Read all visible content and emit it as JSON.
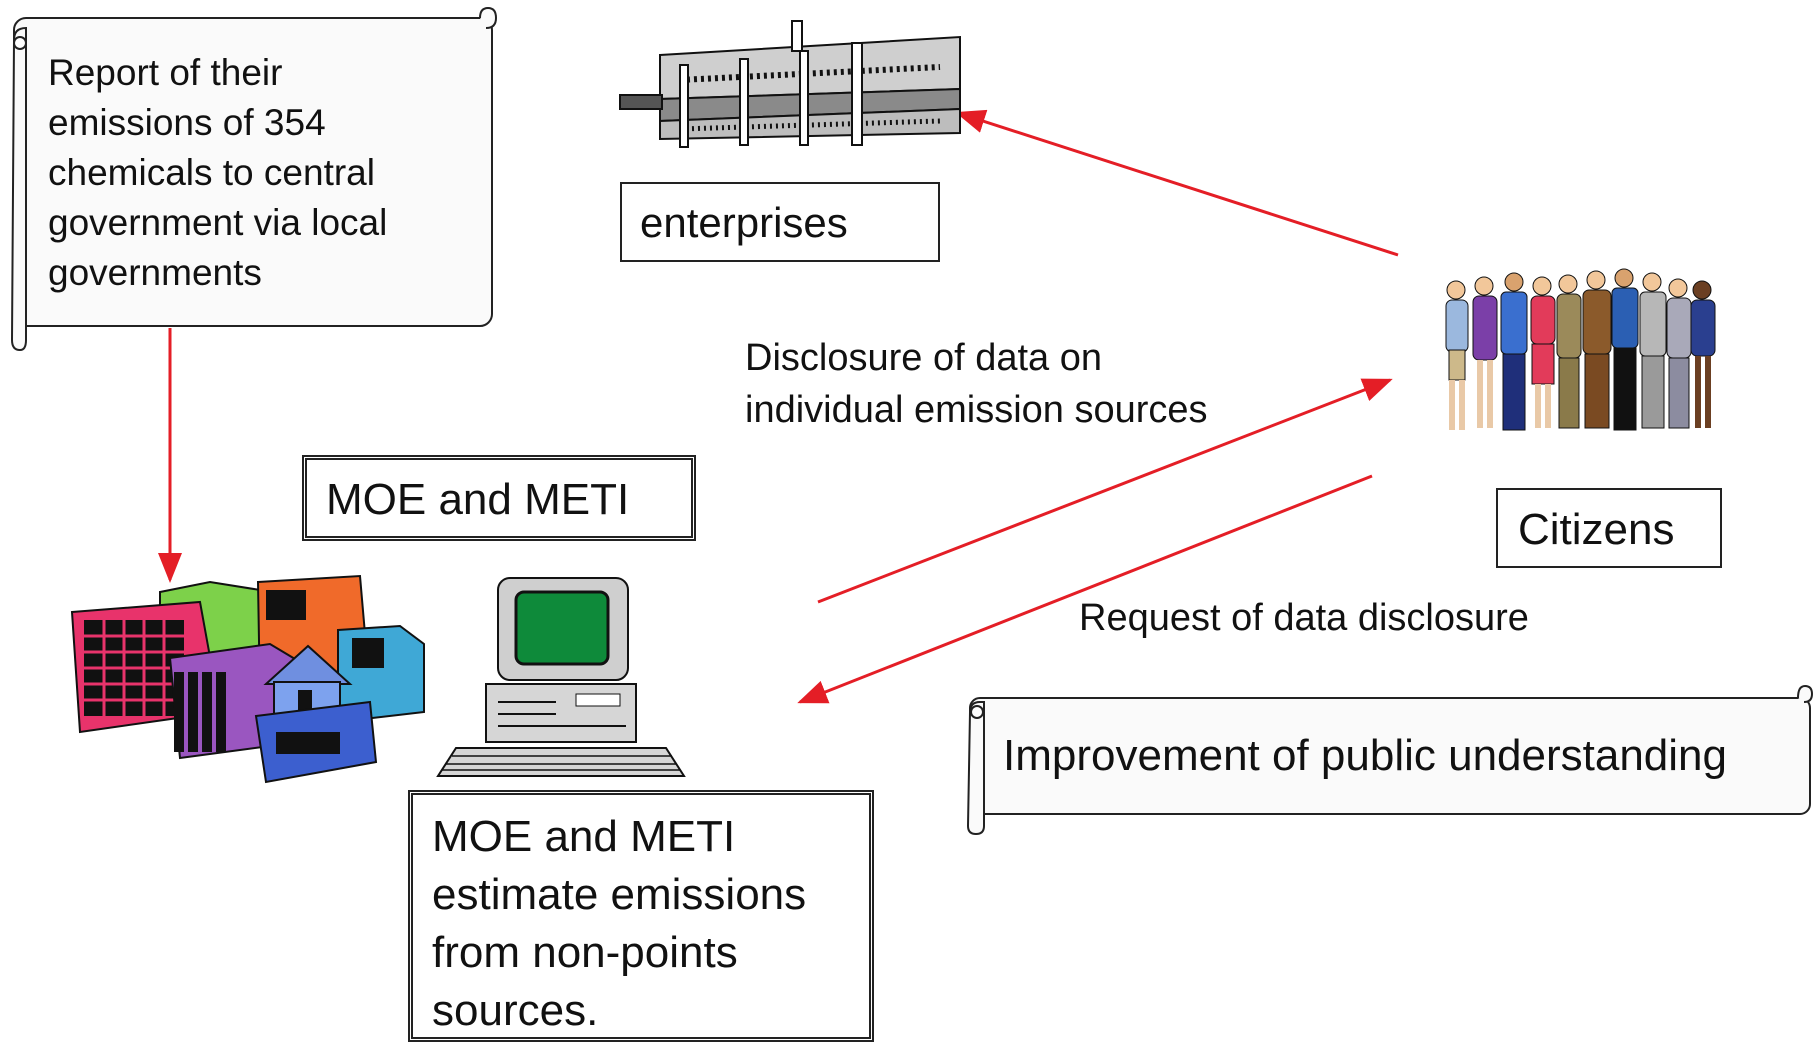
{
  "scroll_top": {
    "lines": [
      "Report of their",
      "emissions of 354",
      "chemicals to central",
      "government via local",
      "governments"
    ]
  },
  "enterprises": {
    "label": "enterprises"
  },
  "disclosure": {
    "lines": [
      "Disclosure of data on",
      "individual emission sources"
    ]
  },
  "ministries": {
    "label": "MOE and METI"
  },
  "citizens": {
    "label": "Citizens"
  },
  "request": {
    "label": "Request of data disclosure"
  },
  "improvement": {
    "label": "Improvement of public understanding"
  },
  "estimate": {
    "lines": [
      "MOE and METI",
      "estimate emissions",
      "from non-points",
      "sources."
    ]
  },
  "colors": {
    "arrow": "#e41e26",
    "scroll_fill": "#fafafa",
    "outline": "#222222"
  },
  "icons": [
    "enterprise-building-icon",
    "citizens-group-icon",
    "government-buildings-icon",
    "computer-icon"
  ]
}
